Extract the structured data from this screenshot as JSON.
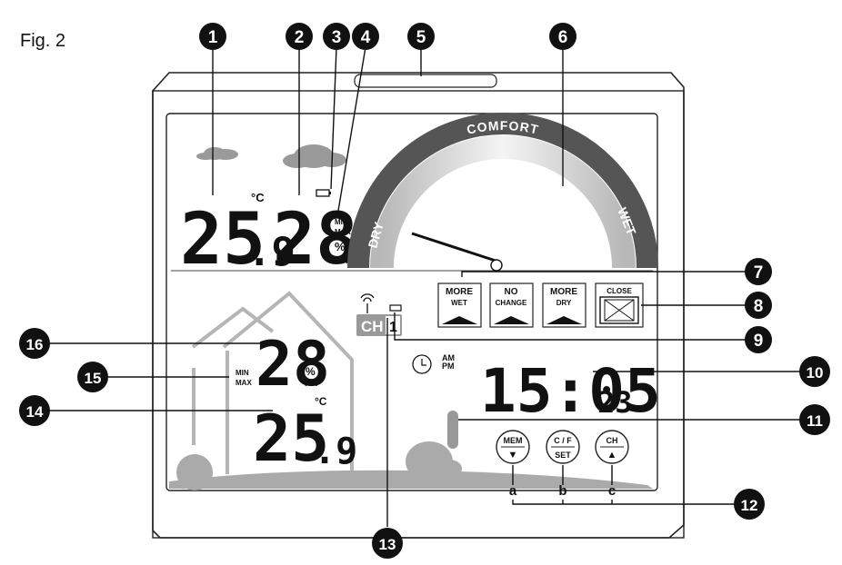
{
  "figure_label": "Fig. 2",
  "outdoor": {
    "temperature_main": "25",
    "temperature_decimal": ".9",
    "temperature_unit": "°C",
    "humidity": "28",
    "humidity_unit_pct": "%",
    "humidity_unit_rh": "RH",
    "min_label": "MIN",
    "max_label": "MAX"
  },
  "comfort_gauge": {
    "top_label": "COMFORT",
    "left_label": "DRY",
    "right_label": "WET"
  },
  "indicators": [
    {
      "line1": "MORE",
      "line2": "WET"
    },
    {
      "line1": "NO",
      "line2": "CHANGE"
    },
    {
      "line1": "MORE",
      "line2": "DRY"
    },
    {
      "line1": "CLOSE",
      "line2": ""
    }
  ],
  "channel": {
    "label": "CH",
    "number": "1"
  },
  "clock": {
    "time": "15:05",
    "seconds": "23",
    "am_label": "AM",
    "pm_label": "PM"
  },
  "buttons": [
    {
      "top": "MEM",
      "bottom": "▼",
      "letter": "a"
    },
    {
      "top": "C / F",
      "bottom": "SET",
      "letter": "b"
    },
    {
      "top": "CH",
      "bottom": "▲",
      "letter": "c"
    }
  ],
  "indoor": {
    "humidity": "28",
    "humidity_unit_pct": "%",
    "humidity_unit_rh": "RH",
    "min_label": "MIN",
    "max_label": "MAX",
    "temperature_main": "25",
    "temperature_decimal": ".9",
    "temperature_unit": "°C"
  },
  "callouts": [
    "1",
    "2",
    "3",
    "4",
    "5",
    "6",
    "7",
    "8",
    "9",
    "10",
    "11",
    "12",
    "13",
    "14",
    "15",
    "16"
  ]
}
